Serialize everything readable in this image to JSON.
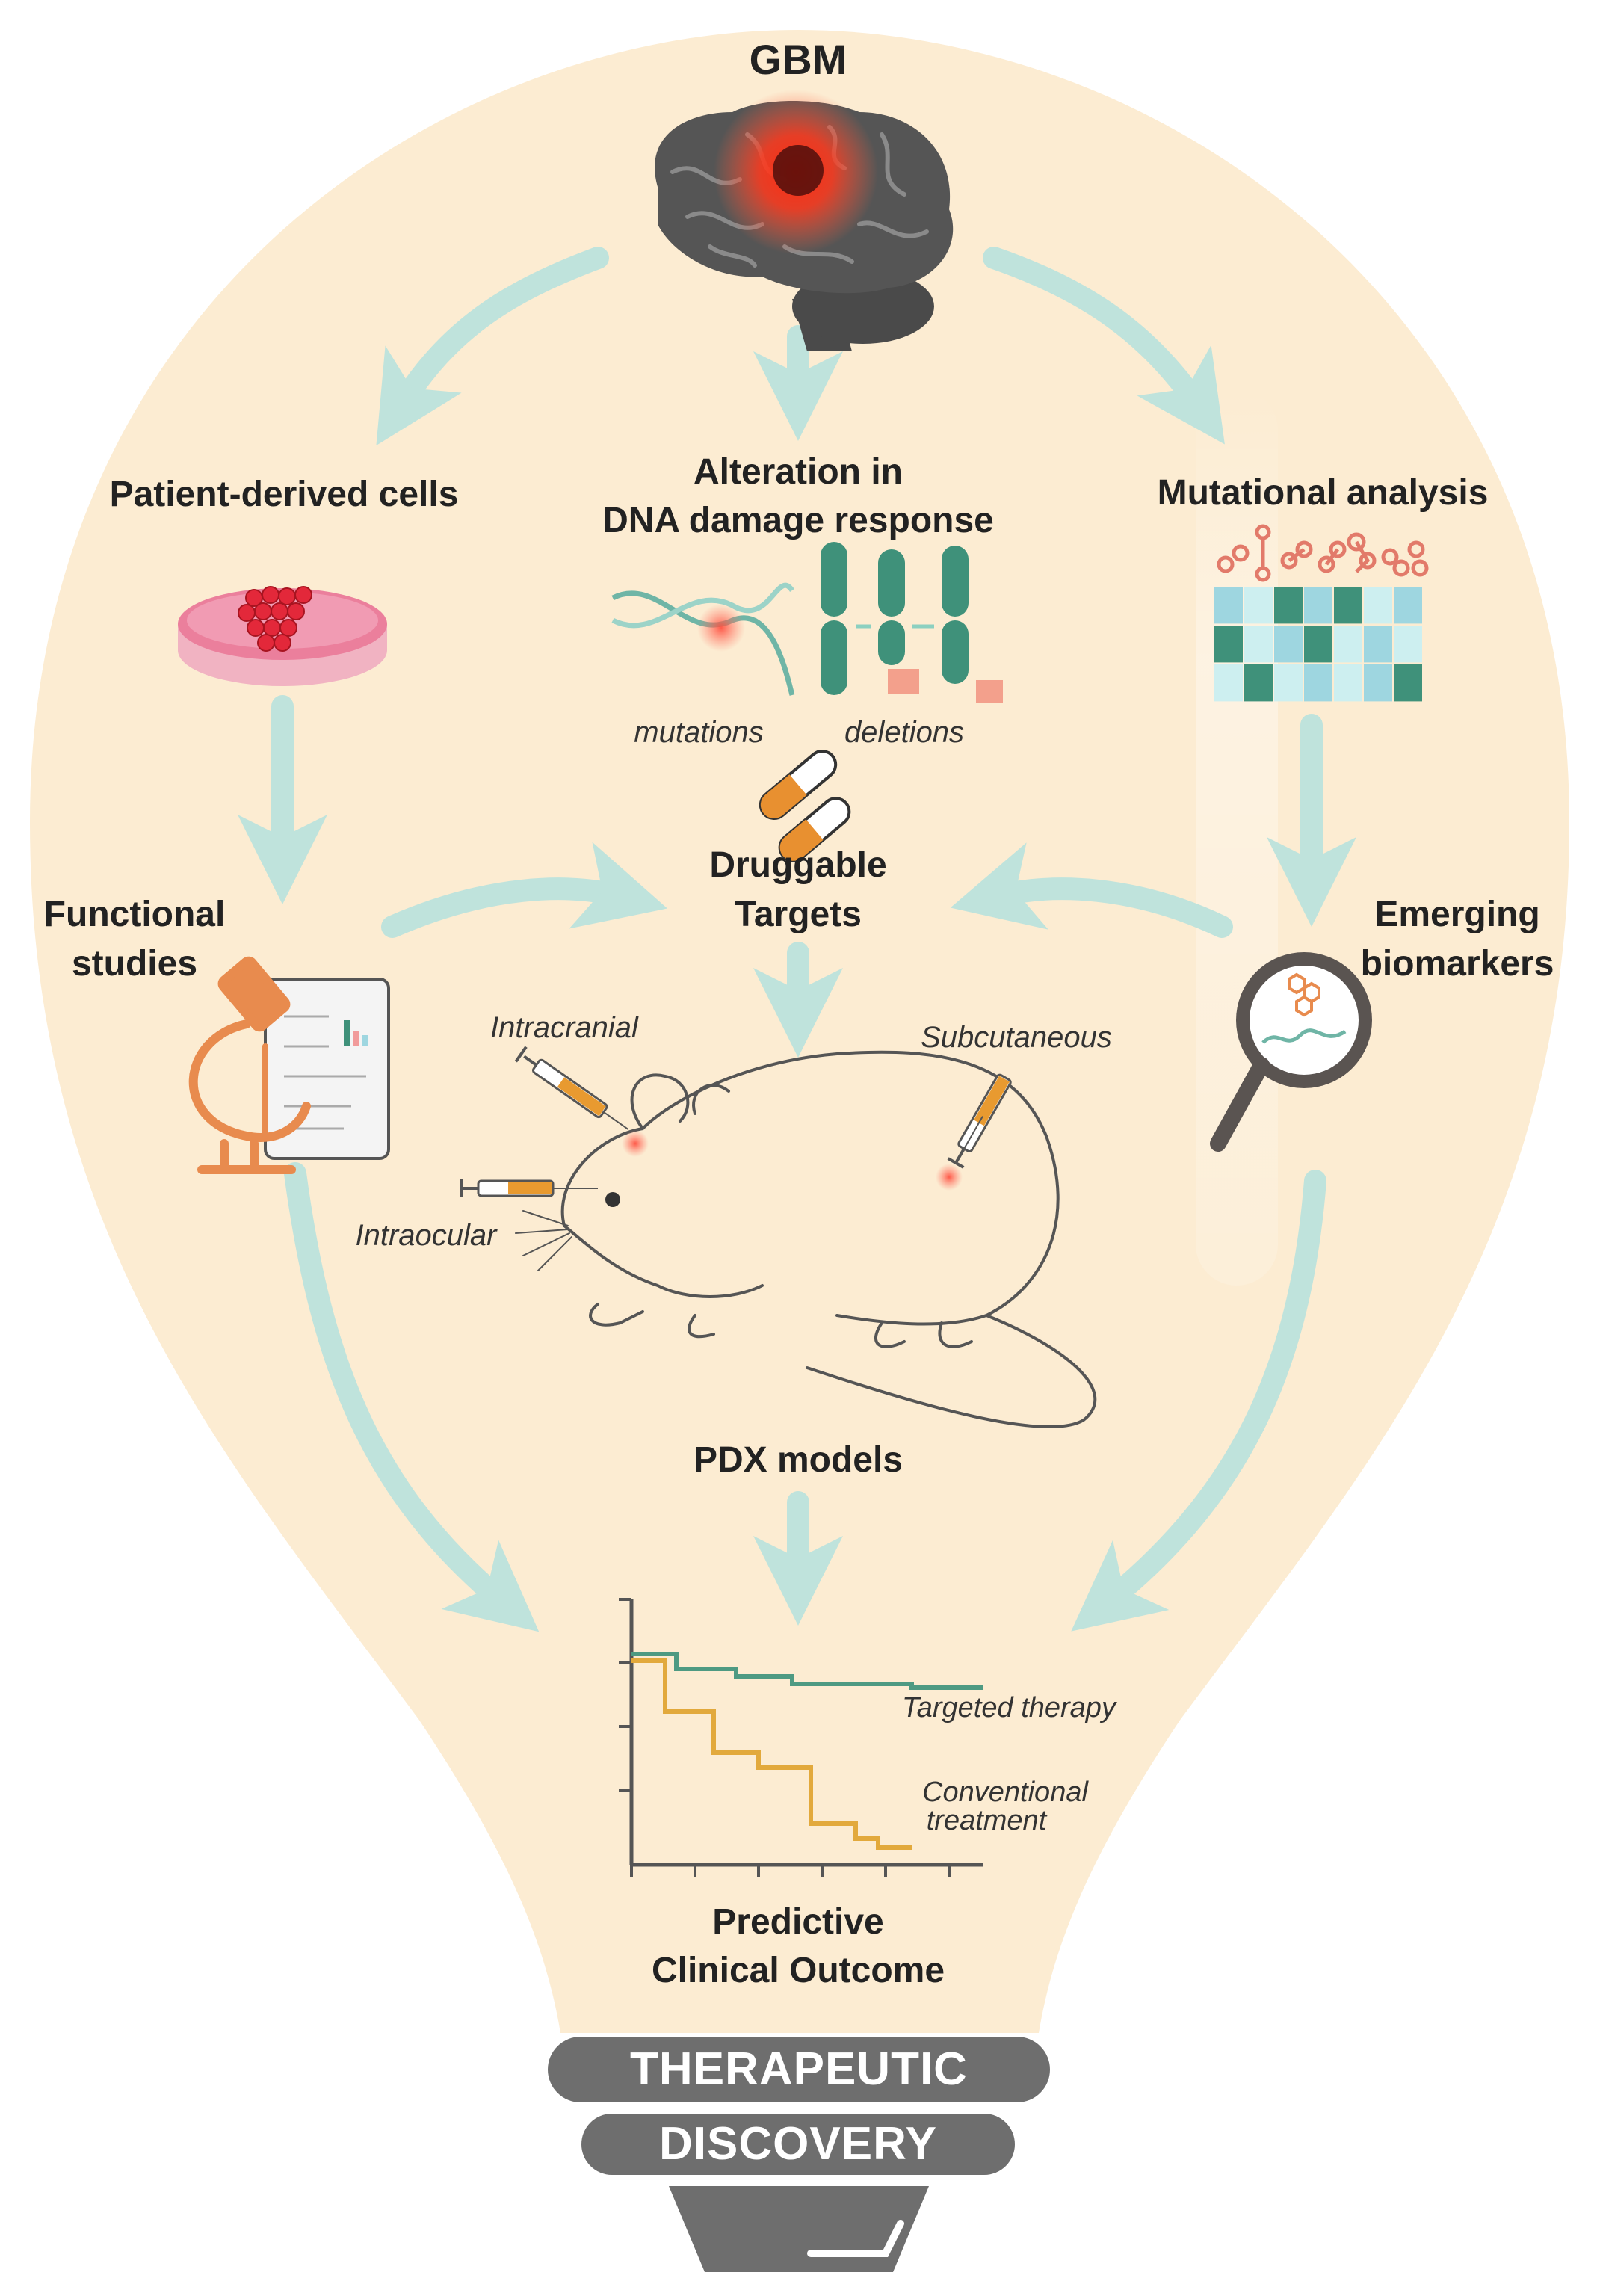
{
  "labels": {
    "gbm": "GBM",
    "patient_cells": "Patient-derived cells",
    "alteration_line1": "Alteration in",
    "alteration_line2": "DNA damage response",
    "mutational_analysis": "Mutational analysis",
    "mutations": "mutations",
    "deletions": "deletions",
    "druggable_line1": "Druggable",
    "druggable_line2": "Targets",
    "functional_line1": "Functional",
    "functional_line2": "studies",
    "emerging_line1": "Emerging",
    "emerging_line2": "biomarkers",
    "intracranial": "Intracranial",
    "subcutaneous": "Subcutaneous",
    "intraocular": "Intraocular",
    "pdx": "PDX models",
    "predictive_line1": "Predictive",
    "predictive_line2": "Clinical Outcome"
  },
  "survival_chart": {
    "series": [
      {
        "name": "Targeted therapy",
        "color": "#4e9a82"
      },
      {
        "name_line1": "Conventional",
        "name_line2": "treatment",
        "color": "#e2a93c"
      }
    ]
  },
  "bulb_base": {
    "line1": "THERAPEUTIC",
    "line2": "DISCOVERY"
  },
  "colors": {
    "bulb_fill": "#fcecd2",
    "arrow": "#bfe3dc",
    "chromosome": "#3f917a",
    "heatmap_dark": "#3f917a",
    "heatmap_light": "#9ed6e0",
    "heatmap_pale": "#cdeff0",
    "orange": "#e88b4e",
    "base_gray": "#6e6e6e"
  },
  "icons": [
    "brain-icon",
    "petri-dish-icon",
    "dna-helix-icon",
    "chromosome-icon",
    "heatmap-icon",
    "pill-icon",
    "microscope-icon",
    "report-icon",
    "magnifier-icon",
    "mouse-icon",
    "syringe-icon"
  ]
}
